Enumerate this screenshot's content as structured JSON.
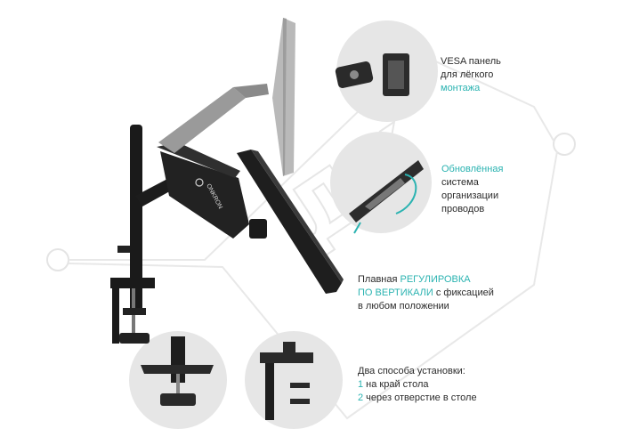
{
  "watermark": {
    "text": "ДК"
  },
  "brand": {
    "logo_text": "ONKRON"
  },
  "features": {
    "vesa": {
      "line1": "VESA панель",
      "line2": "для лёгкого",
      "line3_accent": "монтажа"
    },
    "cables": {
      "line1_accent": "Обновлённая",
      "line2": "система",
      "line3": "организации",
      "line4": "проводов"
    },
    "height": {
      "line1_prefix": "Плавная ",
      "line1_accent": "РЕГУЛИРОВКА",
      "line2_accent": "ПО ВЕРТИКАЛИ",
      "line2_suffix": " с фиксацией",
      "line3": "в любом положении"
    },
    "mounting": {
      "title": "Два способа установки:",
      "options": [
        {
          "number": "1",
          "text": " на край стола"
        },
        {
          "number": "2",
          "text": " через отверстие в столе"
        }
      ]
    }
  },
  "colors": {
    "accent": "#2bb3b1",
    "circle_bg": "#e6e6e6",
    "metal_dark": "#1c1c1c",
    "metal_grey": "#9a9a9a"
  }
}
